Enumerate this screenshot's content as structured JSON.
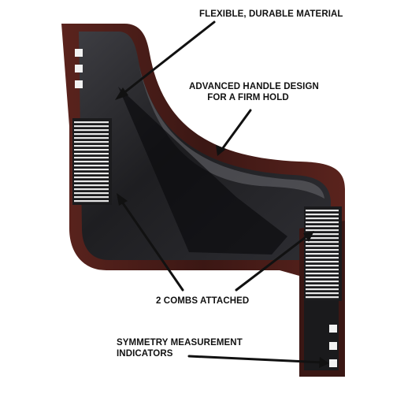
{
  "callouts": {
    "flexible": "FLEXIBLE, DURABLE MATERIAL",
    "handle_line1": "ADVANCED  HANDLE DESIGN",
    "handle_line2": "FOR A FIRM HOLD",
    "combs": "2 COMBS ATTACHED",
    "symmetry_line1": "SYMMETRY MEASUREMENT",
    "symmetry_line2": "INDICATORS"
  },
  "colors": {
    "background": "#ffffff",
    "frame": "#4a1e1a",
    "body": "#121212",
    "glass": "#2c2c2f",
    "highlight": "#6a6a70",
    "text": "#111111"
  },
  "icons": [
    "arrow-icon",
    "comb-icon",
    "square-hole-icon"
  ]
}
